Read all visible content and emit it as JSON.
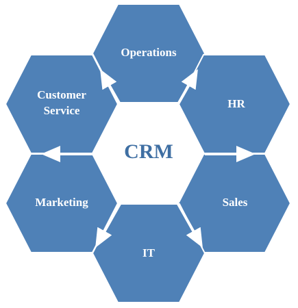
{
  "diagram": {
    "center": {
      "label": "CRM"
    },
    "nodes": [
      {
        "id": "operations",
        "label": "Operations"
      },
      {
        "id": "hr",
        "label": "HR"
      },
      {
        "id": "sales",
        "label": "Sales"
      },
      {
        "id": "it",
        "label": "IT"
      },
      {
        "id": "marketing",
        "label": "Marketing"
      },
      {
        "id": "customer-service",
        "label_line1": "Customer",
        "label_line2": "Service"
      }
    ],
    "colors": {
      "hex_fill": "#4f81b7",
      "center_fill": "#ffffff",
      "center_text": "#3f6fa3",
      "arrow": "#ffffff",
      "node_text": "#ffffff"
    }
  }
}
